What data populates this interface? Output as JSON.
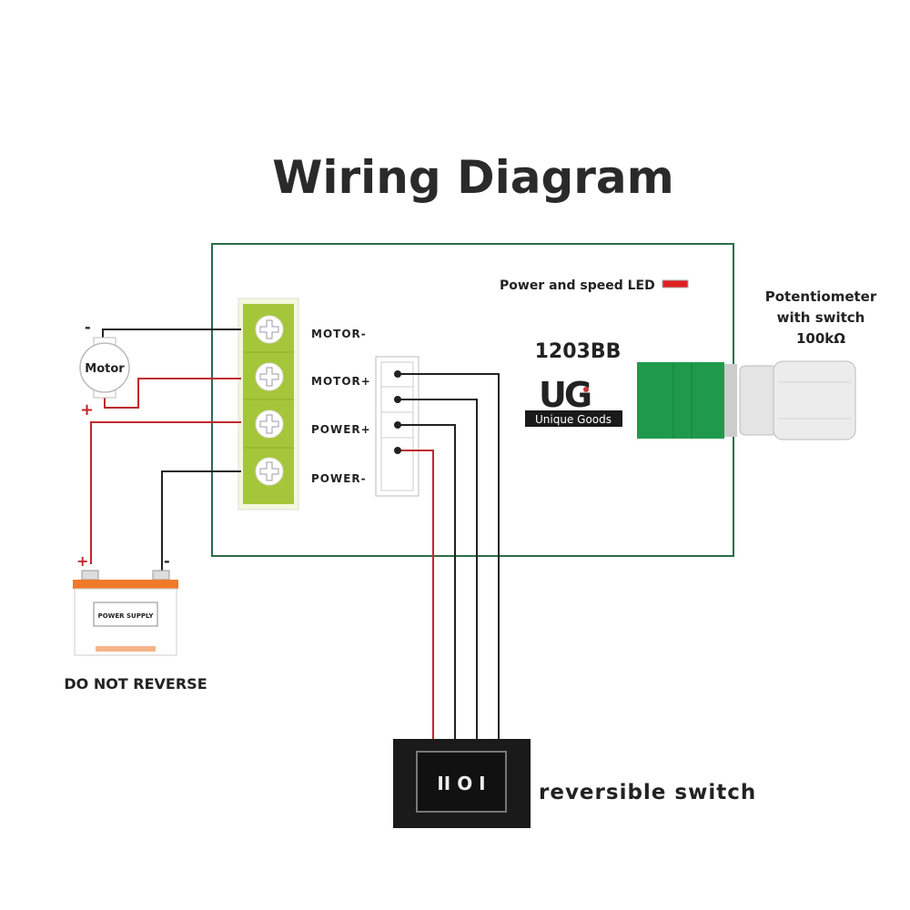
{
  "title": "Wiring Diagram",
  "board": {
    "model": "1203BB",
    "led_label": "Power and speed LED",
    "logo_text": "UG",
    "logo_subtext": "Unique Goods",
    "terminals": [
      "MOTOR-",
      "MOTOR+",
      "POWER+",
      "POWER-"
    ]
  },
  "motor": {
    "label": "Motor",
    "minus": "-",
    "plus": "+"
  },
  "battery": {
    "label": "POWER SUPPLY",
    "plus": "+",
    "minus": "-",
    "warning": "DO NOT REVERSE"
  },
  "potentiometer": {
    "line1": "Potentiometer",
    "line2": "with switch",
    "line3": "100kΩ"
  },
  "switch": {
    "label": "reversible switch",
    "glyph": "II O I"
  },
  "colors": {
    "board_border": "#2e6b4a",
    "terminal_block": "#a6c63a",
    "pot_body": "#1f9a4c",
    "red_wire": "#c0282a",
    "black_wire": "#222222",
    "battery_top": "#f07a2a"
  }
}
